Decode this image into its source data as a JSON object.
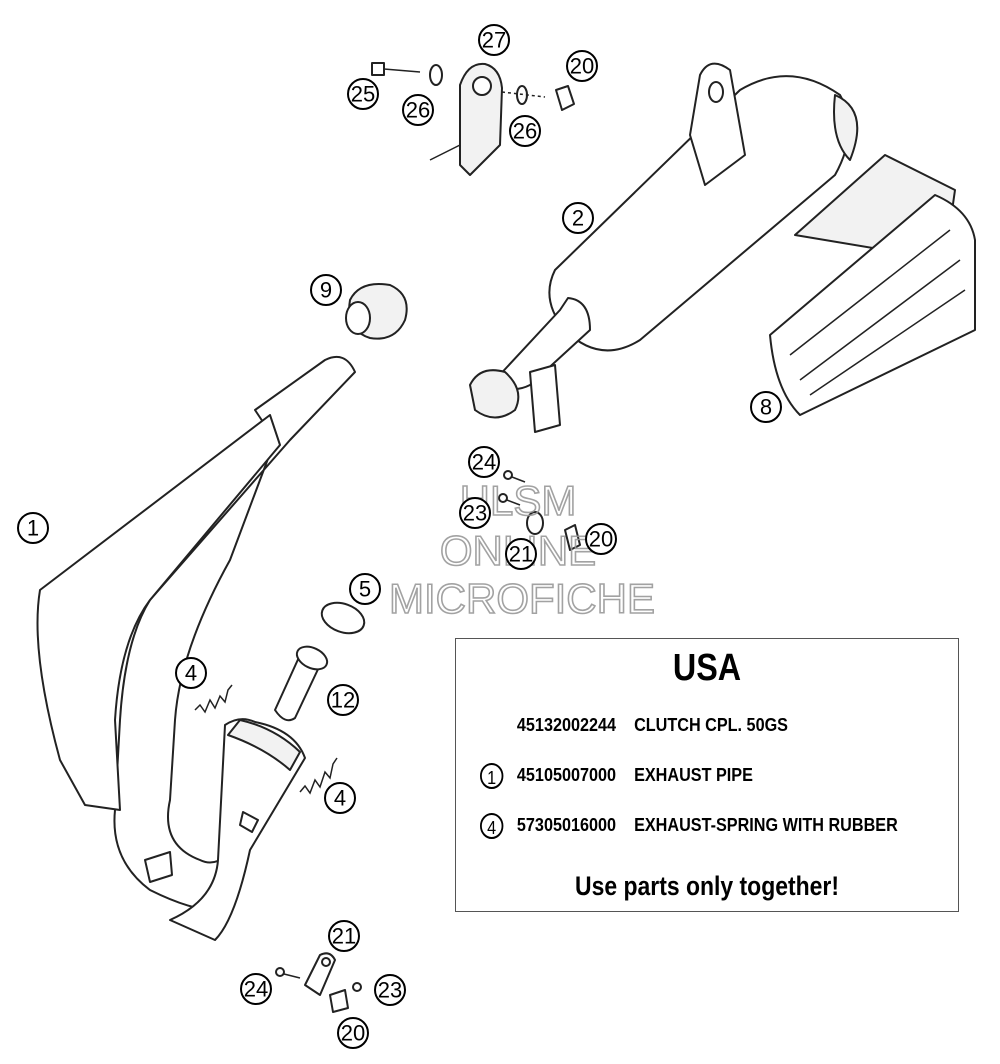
{
  "callouts": {
    "c27": "27",
    "c20a": "20",
    "c25": "25",
    "c26a": "26",
    "c26b": "26",
    "c2": "2",
    "c9": "9",
    "c8": "8",
    "c1": "1",
    "c24a": "24",
    "c23a": "23",
    "c21a": "21",
    "c20b": "20",
    "c5": "5",
    "c4a": "4",
    "c12": "12",
    "c4b": "4",
    "c21b": "21",
    "c24b": "24",
    "c23b": "23",
    "c20c": "20"
  },
  "watermark": {
    "line1": "HLSM",
    "line2": "ONLINE",
    "line3": "MICROFICHE"
  },
  "info_box": {
    "region": "USA",
    "rows": [
      {
        "ref": "",
        "part_number": "45132002244",
        "description": "CLUTCH CPL. 50GS"
      },
      {
        "ref": "1",
        "part_number": "45105007000",
        "description": "EXHAUST PIPE"
      },
      {
        "ref": "4",
        "part_number": "57305016000",
        "description": "EXHAUST-SPRING WITH RUBBER"
      }
    ],
    "note": "Use parts only together!"
  }
}
